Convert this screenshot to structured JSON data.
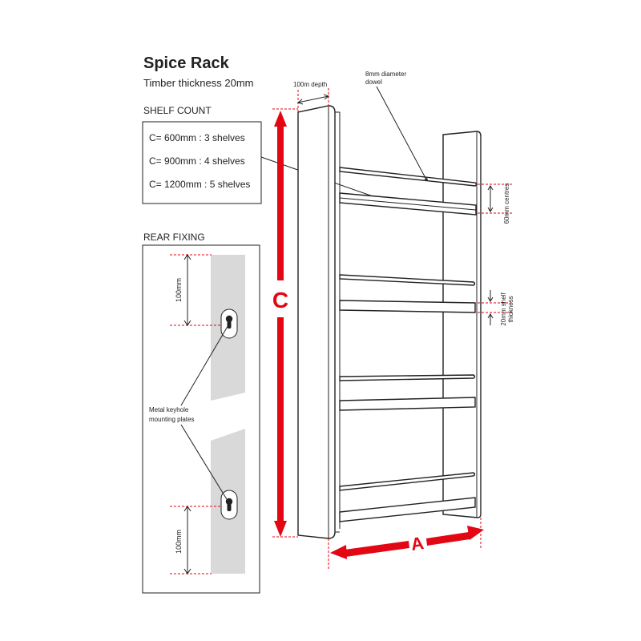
{
  "title": "Spice Rack",
  "subtitle": "Timber thickness 20mm",
  "shelf_count": {
    "heading": "SHELF COUNT",
    "rows": [
      "C= 600mm : 3 shelves",
      "C= 900mm : 4 shelves",
      "C= 1200mm : 5 shelves"
    ]
  },
  "rear_fixing": {
    "heading": "REAR FIXING",
    "top_dim": "100mm",
    "bottom_dim": "100mm",
    "plate_label_line1": "Metal keyhole",
    "plate_label_line2": "mounting plates"
  },
  "dimensions": {
    "depth": "100m depth",
    "dowel_line1": "8mm diameter",
    "dowel_line2": "dowel",
    "centres": "60mm centres",
    "shelf_thickness_line1": "20mm shelf",
    "shelf_thickness_line2": "thickness",
    "height_letter": "C",
    "width_letter": "A"
  },
  "colors": {
    "accent_red": "#e30613",
    "wall_grey": "#d9d9d9",
    "line": "#222222"
  }
}
